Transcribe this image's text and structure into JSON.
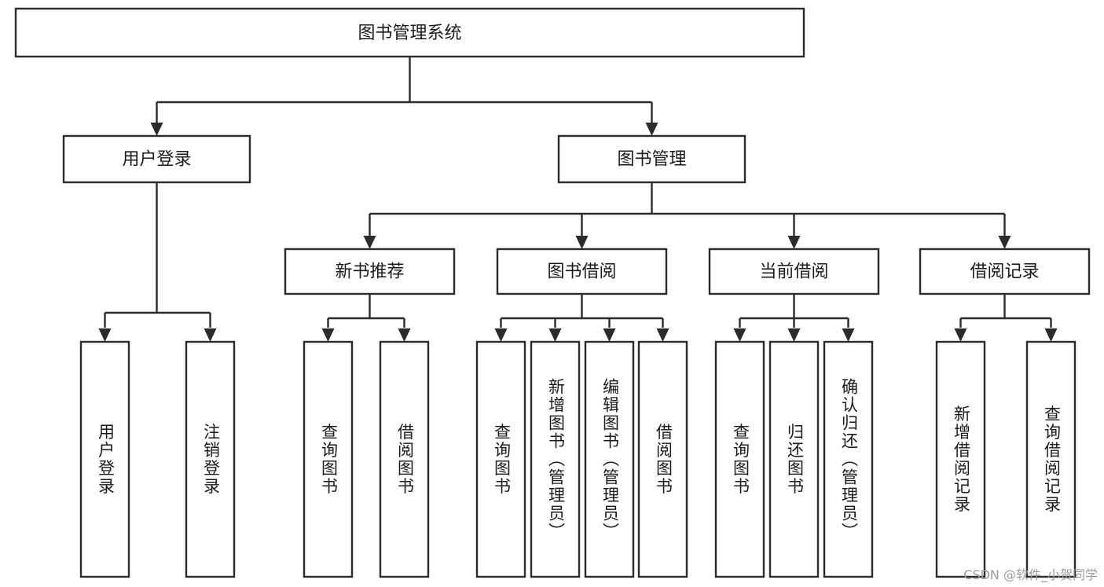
{
  "diagram": {
    "title": "图书管理系统",
    "type": "tree-hierarchy",
    "colors": {
      "box_fill": "#ffffff",
      "box_stroke": "#2b2b2b",
      "text": "#1a1a1a",
      "watermark": "#9b9b9b"
    },
    "root": {
      "label": "图书管理系统"
    },
    "level2": [
      {
        "label": "用户登录"
      },
      {
        "label": "图书管理"
      }
    ],
    "level3": [
      {
        "label": "新书推荐"
      },
      {
        "label": "图书借阅"
      },
      {
        "label": "当前借阅"
      },
      {
        "label": "借阅记录"
      }
    ],
    "leaves": {
      "user_login": [
        {
          "label": "用户登录"
        },
        {
          "label": "注销登录"
        }
      ],
      "new_book_recommend": [
        {
          "label": "查询图书"
        },
        {
          "label": "借阅图书"
        }
      ],
      "book_borrow": [
        {
          "label": "查询图书"
        },
        {
          "label": "新增图书（管理员）"
        },
        {
          "label": "编辑图书（管理员）"
        },
        {
          "label": "借阅图书"
        }
      ],
      "current_borrow": [
        {
          "label": "查询图书"
        },
        {
          "label": "归还图书"
        },
        {
          "label": "确认归还（管理员）"
        }
      ],
      "borrow_record": [
        {
          "label": "新增借阅记录"
        },
        {
          "label": "查询借阅记录"
        }
      ]
    }
  },
  "watermark": {
    "text": "CSDN @软件_小贺同学"
  }
}
